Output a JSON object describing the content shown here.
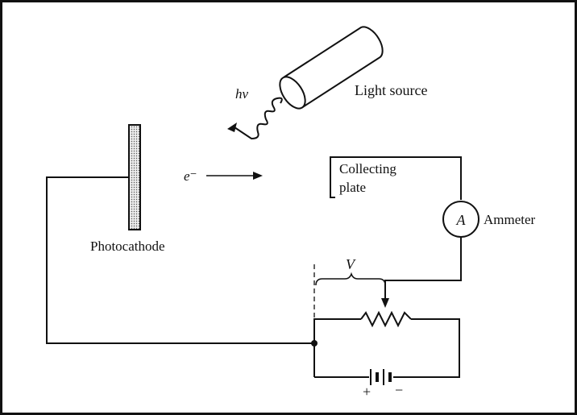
{
  "labels": {
    "light_source": "Light source",
    "photon": "hν",
    "electron": "e⁻",
    "collecting_line1": "Collecting",
    "collecting_line2": "plate",
    "ammeter_symbol": "A",
    "ammeter": "Ammeter",
    "photocathode": "Photocathode",
    "voltage": "V",
    "plus": "+",
    "minus": "−"
  },
  "colors": {
    "ink": "#111111",
    "background": "#ffffff",
    "cathode_fill": "#d9d9d9"
  }
}
